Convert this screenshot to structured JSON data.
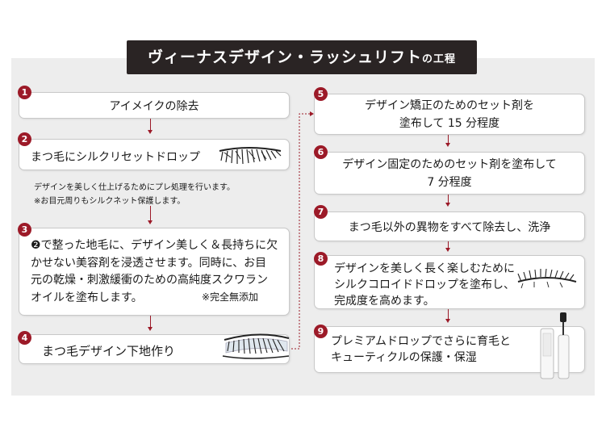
{
  "title": {
    "main": "ヴィーナスデザイン・ラッシュリフト",
    "suffix": "の工程"
  },
  "steps": [
    {
      "num": "1",
      "text": "アイメイクの除去"
    },
    {
      "num": "2",
      "text": "まつ毛にシルクリセットドロップ",
      "notes": [
        "デザインを美しく仕上げるためにプレ処理を行います。",
        "※お目元周りもシルクネット保護します。"
      ]
    },
    {
      "num": "3",
      "text": "❷で整った地毛に、デザイン美しく＆長持ちに欠\nかせない美容剤を浸透させます。同時に、お目\n元の乾燥・刺激緩衝のための高純度スクワラン\nオイルを塗布します。",
      "tag": "※完全無添加"
    },
    {
      "num": "4",
      "text": "まつ毛デザイン下地作り"
    },
    {
      "num": "5",
      "text": "デザイン矯正のためのセット剤を\n塗布して 15 分程度"
    },
    {
      "num": "6",
      "text": "デザイン固定のためのセット剤を塗布して\n7 分程度"
    },
    {
      "num": "7",
      "text": "まつ毛以外の異物をすべて除去し、洗浄"
    },
    {
      "num": "8",
      "text": "デザインを美しく長く楽しむために\nシルクコロイドドロップを塗布し、\n完成度を高めます。"
    },
    {
      "num": "9",
      "text": "プレミアムドロップでさらに育毛と\nキューティクルの保護・保湿"
    }
  ],
  "colors": {
    "accent": "#9c1a28",
    "panel": "#ededed",
    "title_bg": "#2a2424"
  }
}
